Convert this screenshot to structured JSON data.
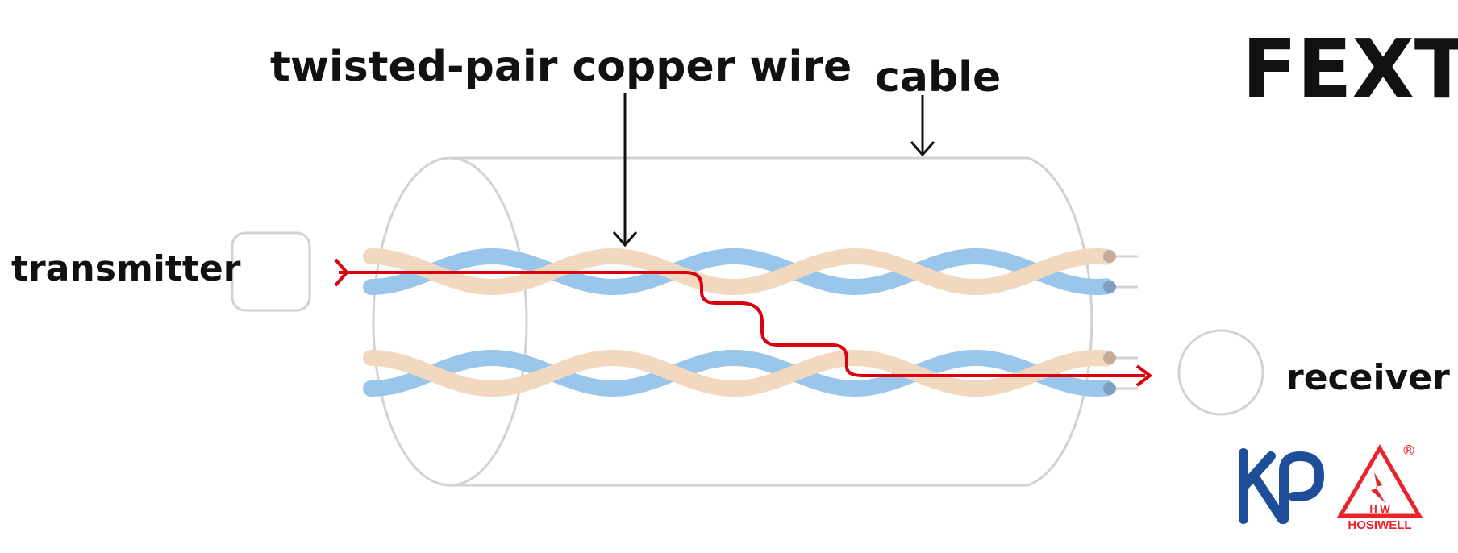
{
  "title": "FEXT",
  "labels": {
    "wire": "twisted-pair copper wire",
    "cable": "cable",
    "transmitter": "transmitter",
    "receiver": "receiver"
  },
  "logos": {
    "kp_mark": "KP",
    "hosiwell_brand": "HOSIWELL",
    "hosiwell_letters": "H W",
    "registered_mark": "®"
  },
  "colors": {
    "wire_tan": "#f2d8bf",
    "wire_blue": "#99c6ea",
    "signal_red": "#d9000f",
    "outline_gray": "#d2d2d2",
    "kp_blue": "#1f4e99",
    "hosiwell_red": "#e8232a"
  }
}
